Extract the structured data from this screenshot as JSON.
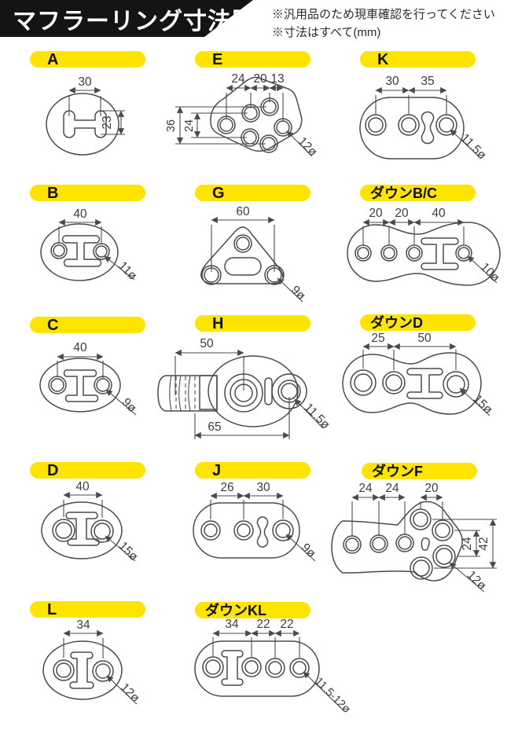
{
  "header": {
    "title": "マフラーリング寸法図",
    "note1": "※汎用品のため現車確認を行ってください",
    "note2": "※寸法はすべて(mm)"
  },
  "colors": {
    "label_bg": "#ffe400",
    "banner_bg": "#141414",
    "ink": "#3c3c3c",
    "line": "#4a4a4a"
  },
  "diagrams": {
    "a": {
      "label": "A",
      "dim_width": "30",
      "dim_height": "23"
    },
    "e": {
      "label": "E",
      "dim1": "24",
      "dim2": "20",
      "dim3": "13",
      "dim_left_outer": "36",
      "dim_left_inner": "24",
      "hole": "12ø"
    },
    "k": {
      "label": "K",
      "dim1": "30",
      "dim2": "35",
      "hole": "11.5ø"
    },
    "b": {
      "label": "B",
      "dim1": "40",
      "hole": "11ø"
    },
    "g": {
      "label": "G",
      "dim1": "60",
      "hole": "9ø"
    },
    "down_bc": {
      "label": "ダウンB/C",
      "dim1": "20",
      "dim2": "20",
      "dim3": "40",
      "hole": "10ø"
    },
    "c": {
      "label": "C",
      "dim1": "40",
      "hole": "9ø"
    },
    "h": {
      "label": "H",
      "dim_top": "50",
      "dim_bottom": "65",
      "hole": "11.5ø"
    },
    "down_d": {
      "label": "ダウンD",
      "dim1": "25",
      "dim2": "50",
      "hole": "15ø"
    },
    "d": {
      "label": "D",
      "dim1": "40",
      "hole": "15ø"
    },
    "j": {
      "label": "J",
      "dim1": "26",
      "dim2": "30",
      "hole": "9ø"
    },
    "down_f": {
      "label": "ダウンF",
      "dim1": "24",
      "dim2": "24",
      "dim3": "20",
      "dim_right_inner": "24",
      "dim_right_outer": "42",
      "hole": "12ø"
    },
    "l": {
      "label": "L",
      "dim1": "34",
      "hole": "12ø"
    },
    "down_kl": {
      "label": "ダウンKL",
      "dim1": "34",
      "dim2": "22",
      "dim3": "22",
      "hole": "11.5-12ø"
    }
  }
}
